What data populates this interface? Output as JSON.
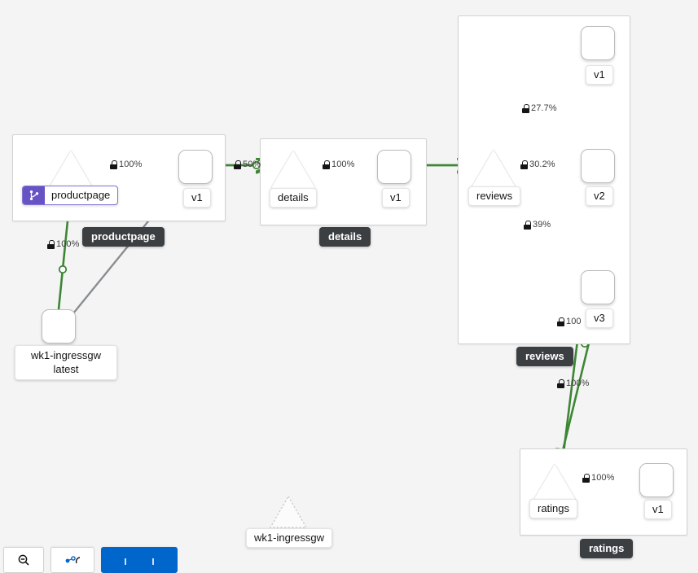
{
  "app": {
    "kind": "service-mesh-topology-graph",
    "background": "#f4f4f4"
  },
  "colors": {
    "edge_healthy": "#3e8635",
    "edge_idle": "#8a8d90",
    "group_border": "#d2d2d2",
    "chip_bg": "#3c3f42",
    "badge_purple": "#6753c4",
    "node_border": "#bcbcbc"
  },
  "groups": [
    {
      "id": "productpage",
      "chip": "productpage"
    },
    {
      "id": "details",
      "chip": "details"
    },
    {
      "id": "reviews",
      "chip": "reviews"
    },
    {
      "id": "ratings",
      "chip": "ratings"
    }
  ],
  "nodes": {
    "ingressgw": {
      "label_line1": "wk1-ingressgw",
      "label_line2": "latest",
      "type": "app"
    },
    "pp_service": {
      "label": "productpage",
      "type": "service",
      "badge": "virtual-service"
    },
    "pp_v1": {
      "label": "v1",
      "type": "app"
    },
    "details_svc": {
      "label": "details",
      "type": "service"
    },
    "details_v1": {
      "label": "v1",
      "type": "app"
    },
    "reviews_svc": {
      "label": "reviews",
      "type": "service"
    },
    "reviews_v1": {
      "label": "v1",
      "type": "app"
    },
    "reviews_v2": {
      "label": "v2",
      "type": "app"
    },
    "reviews_v3": {
      "label": "v3",
      "type": "app"
    },
    "ratings_svc": {
      "label": "ratings",
      "type": "service"
    },
    "ratings_v1": {
      "label": "v1",
      "type": "app"
    },
    "drag_ghost": {
      "label": "wk1-ingressgw",
      "type": "service-ghost"
    }
  },
  "edges": [
    {
      "id": "e1",
      "from": "ingressgw",
      "to": "pp_service",
      "traffic": "100%",
      "mtls": true,
      "status": "healthy"
    },
    {
      "id": "e2",
      "from": "ingressgw",
      "to": "pp_v1",
      "traffic": "",
      "mtls": false,
      "status": "idle"
    },
    {
      "id": "e3",
      "from": "pp_service",
      "to": "pp_v1",
      "traffic": "100%",
      "mtls": true,
      "status": "healthy"
    },
    {
      "id": "e4",
      "from": "pp_v1",
      "to": "details_svc",
      "traffic": "50%",
      "mtls": true,
      "status": "healthy"
    },
    {
      "id": "e5",
      "from": "details_svc",
      "to": "details_v1",
      "traffic": "100%",
      "mtls": true,
      "status": "healthy"
    },
    {
      "id": "e6",
      "from": "details_v1",
      "to": "reviews_svc",
      "traffic": "",
      "mtls": false,
      "status": "healthy"
    },
    {
      "id": "e7",
      "from": "reviews_svc",
      "to": "reviews_v1",
      "traffic": "27.7%",
      "mtls": true,
      "status": "healthy"
    },
    {
      "id": "e8",
      "from": "reviews_svc",
      "to": "reviews_v2",
      "traffic": "30.2%",
      "mtls": true,
      "status": "healthy"
    },
    {
      "id": "e9",
      "from": "reviews_svc",
      "to": "reviews_v3",
      "traffic": "39%",
      "mtls": true,
      "status": "healthy"
    },
    {
      "id": "e10",
      "from": "reviews_v2",
      "to": "ratings_svc",
      "traffic": "100",
      "mtls": true,
      "status": "healthy"
    },
    {
      "id": "e11",
      "from": "reviews_v3",
      "to": "ratings_svc",
      "traffic": "100%",
      "mtls": true,
      "status": "healthy"
    },
    {
      "id": "e12",
      "from": "ratings_svc",
      "to": "ratings_v1",
      "traffic": "100%",
      "mtls": true,
      "status": "healthy"
    }
  ],
  "edge_labels": {
    "pp_to_ppv1": "100%",
    "ingress_to_pp": "100%",
    "ppv1_to_details": "50%",
    "details_to_v1": "100%",
    "reviews_to_v1": "27.7%",
    "reviews_to_v2": "30.2%",
    "reviews_to_v3": "39%",
    "v2_to_ratings": "100",
    "v3_to_ratings": "100%",
    "ratings_to_v1": "100%"
  },
  "toolbar": {
    "zoom_out": "zoom-out-button",
    "zoom_fit": "zoom-fit-button",
    "primary": "primary-button"
  }
}
